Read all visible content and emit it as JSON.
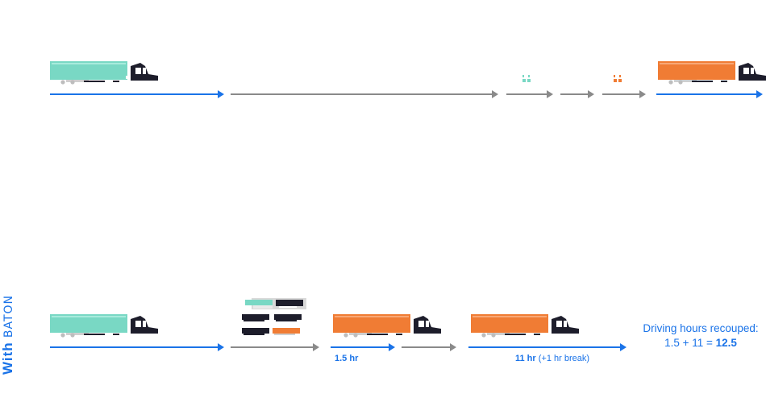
{
  "side_label": {
    "bold": "With",
    "thin": "BATON"
  },
  "annotations": {
    "leg1_hours": "1.5 hr",
    "leg2_hours": "11 hr",
    "leg2_note": "(+1 hr break)"
  },
  "recouped": {
    "title": "Driving hours recouped:",
    "formula": "1.5 + 11 = ",
    "total": "12.5"
  },
  "colors": {
    "teal": "#79d8c4",
    "orange": "#f07c34",
    "blue": "#1a73e8",
    "gray": "#8a8a8a",
    "cab": "#1d1d2b"
  }
}
